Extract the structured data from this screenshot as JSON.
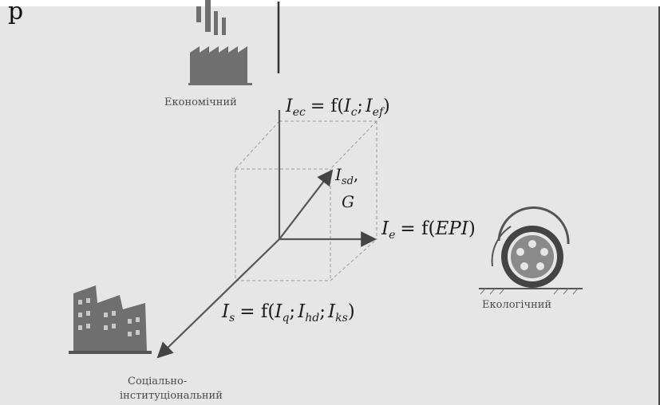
{
  "header_fragment": "р",
  "labels": {
    "economic": "Економічний",
    "ecological": "Екологічний",
    "social_line1": "Соціально-",
    "social_line2": "інституціональний"
  },
  "formulas": {
    "economic_axis": {
      "lhs": "I",
      "lhs_sub": "ec",
      "rhs": "= f(",
      "a": "I",
      "a_sub": "c",
      "sep": ";",
      "b": "I",
      "b_sub": "ef",
      "close": ")"
    },
    "center_vector": {
      "sym": "I",
      "sub": "sd",
      "comma": ",",
      "g": "G"
    },
    "ecological_axis": {
      "lhs": "I",
      "lhs_sub": "e",
      "rhs": "= f(",
      "arg": "EPI",
      "close": ")"
    },
    "social_axis": {
      "lhs": "I",
      "lhs_sub": "s",
      "rhs": "= f(",
      "a": "I",
      "a_sub": "q",
      "sep1": ";",
      "b": "I",
      "b_sub": "hd",
      "sep2": ";",
      "c": "I",
      "c_sub": "ks",
      "close": ")"
    }
  },
  "colors": {
    "background": "#e6e6e6",
    "axis": "#555555",
    "dash": "#9a9a9a",
    "icon": "#6f6f6f",
    "text": "#1c1c1c"
  },
  "icons": [
    "factory-icon",
    "recycle-wheel-icon",
    "building-icon"
  ]
}
